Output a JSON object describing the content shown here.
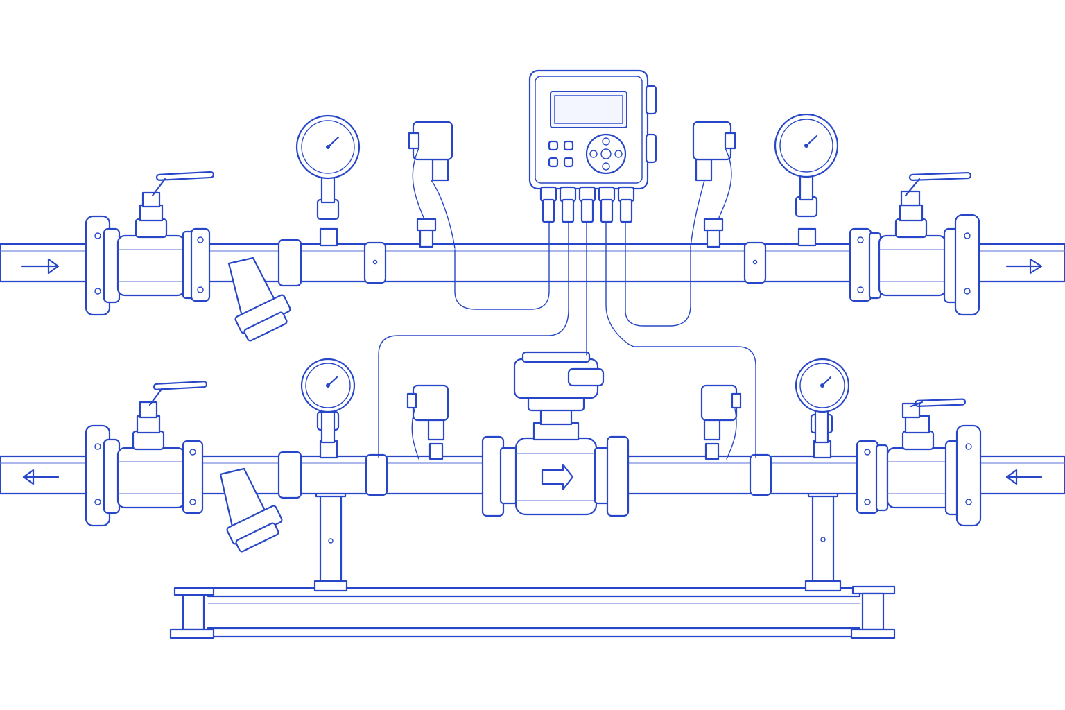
{
  "colors": {
    "ink": "#2747c8",
    "background": "#ffffff"
  },
  "lines": [
    {
      "name": "upper-line",
      "flow": "left-to-right",
      "components": [
        "inlet-pipe",
        "ball-valve",
        "y-strainer",
        "pressure-gauge",
        "pressure-transmitter",
        "clamp",
        "pressure-transmitter",
        "pressure-gauge",
        "ball-valve",
        "outlet-pipe"
      ]
    },
    {
      "name": "lower-line",
      "flow": "right-to-left",
      "components": [
        "return-pipe",
        "ball-valve",
        "y-strainer",
        "pressure-gauge",
        "pressure-transmitter",
        "flow-meter",
        "pressure-transmitter",
        "pressure-gauge",
        "ball-valve",
        "return-pipe"
      ]
    }
  ],
  "controller": {
    "icon": "control-unit-display",
    "cable_glands": 5
  },
  "support": {
    "type": "base-frame",
    "posts": 2
  }
}
